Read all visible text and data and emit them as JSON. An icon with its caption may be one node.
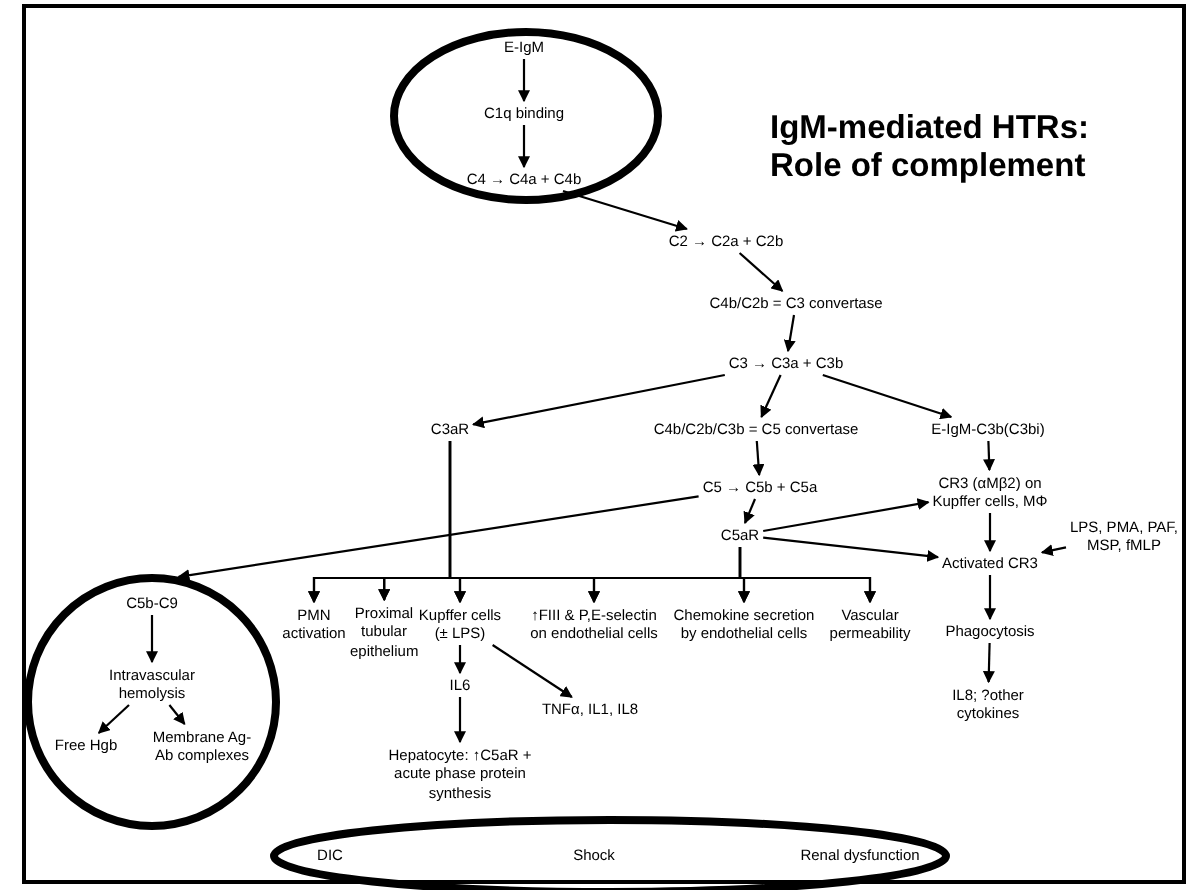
{
  "diagram": {
    "title": "IgM-mediated HTRs: Role of complement",
    "nodes": [
      {
        "text": [],
        "shape": "ellipse"
      },
      {
        "text": [
          "E-IgM"
        ],
        "in": 0
      },
      {
        "text": [
          "C1q binding"
        ],
        "in": 0
      },
      {
        "text": [
          "C4 → C4a + C4b"
        ],
        "in": 0
      },
      {
        "text": [
          "C2 → C2a + C2b"
        ]
      },
      {
        "text": [
          "C4b/C2b = C3 convertase"
        ]
      },
      {
        "text": [
          "C3 → C3a + C3b"
        ]
      },
      {
        "text": [
          "C3aR"
        ]
      },
      {
        "text": [
          "C4b/C2b/C3b = C5 convertase"
        ]
      },
      {
        "text": [
          "E-IgM-C3b(C3bi)"
        ]
      },
      {
        "text": [
          "C5 → C5b + C5a"
        ]
      },
      {
        "text": [
          "CR3 (αMβ2) on Kupffer cells, MΦ"
        ]
      },
      {
        "text": [
          "C5aR"
        ]
      },
      {
        "text": [
          "LPS, PMA, PAF, MSP, fMLP"
        ]
      },
      {
        "text": [
          "Activated CR3"
        ]
      },
      {
        "text": [],
        "shape": "circle"
      },
      {
        "text": [
          "C5b-C9"
        ],
        "in": 15
      },
      {
        "text": [
          "Intravascular hemolysis"
        ],
        "in": 15
      },
      {
        "text": [
          "Free Hgb"
        ],
        "in": 15
      },
      {
        "text": [
          "Membrane Ag-Ab complexes"
        ],
        "in": 15
      },
      {
        "text": [
          "PMN activation"
        ]
      },
      {
        "text": [
          "Proximal tubular epithelium"
        ]
      },
      {
        "text": [
          "Kupffer cells (± LPS)"
        ]
      },
      {
        "text": [
          "↑FIII & P,E-selectin on endothelial cells"
        ]
      },
      {
        "text": [
          "Chemokine secretion by endothelial cells"
        ]
      },
      {
        "text": [
          "Vascular permeability"
        ]
      },
      {
        "text": [
          "IL6"
        ]
      },
      {
        "text": [
          "TNFα, IL1, IL8"
        ]
      },
      {
        "text": [
          "Hepatocyte: ↑C5aR + acute phase protein synthesis"
        ]
      },
      {
        "text": [
          "Phagocytosis"
        ]
      },
      {
        "text": [
          "IL8; ?other cytokines"
        ]
      },
      {
        "text": [],
        "shape": "ellipse"
      },
      {
        "text": [
          "DIC"
        ],
        "in": 31
      },
      {
        "text": [
          "Shock"
        ],
        "in": 31
      },
      {
        "text": [
          "Renal dysfunction"
        ],
        "in": 31
      }
    ],
    "edges": [
      {
        "from": 1,
        "to": 2,
        "arrow": "to"
      },
      {
        "from": 2,
        "to": 3,
        "arrow": "to"
      },
      {
        "from": 3,
        "to": 4,
        "arrow": "to"
      },
      {
        "from": 4,
        "to": 5,
        "arrow": "to"
      },
      {
        "from": 5,
        "to": 6,
        "arrow": "to"
      },
      {
        "from": 6,
        "to": 7,
        "arrow": "to"
      },
      {
        "from": 6,
        "to": 8,
        "arrow": "to"
      },
      {
        "from": 6,
        "to": 9,
        "arrow": "to"
      },
      {
        "from": 8,
        "to": 10,
        "arrow": "to"
      },
      {
        "from": 9,
        "to": 11,
        "arrow": "to"
      },
      {
        "from": 10,
        "to": 12,
        "arrow": "to"
      },
      {
        "from": 10,
        "to": 15,
        "arrow": "to"
      },
      {
        "from": 12,
        "to": 11,
        "arrow": "to"
      },
      {
        "from": 12,
        "to": 14,
        "arrow": "to"
      },
      {
        "from": 11,
        "to": 14,
        "arrow": "to"
      },
      {
        "from": 13,
        "to": 14,
        "arrow": "to"
      },
      {
        "from": 14,
        "to": 29,
        "arrow": "to"
      },
      {
        "from": 29,
        "to": 30,
        "arrow": "to"
      },
      {
        "from": 16,
        "to": 17,
        "arrow": "to"
      },
      {
        "from": 17,
        "to": 18,
        "arrow": "to"
      },
      {
        "from": 17,
        "to": 19,
        "arrow": "to"
      },
      {
        "from": 7,
        "to": 20,
        "arrow": "to"
      },
      {
        "from": 7,
        "to": 21,
        "arrow": "to"
      },
      {
        "from": 7,
        "to": 22,
        "arrow": "to"
      },
      {
        "from": 7,
        "to": 23,
        "arrow": "to"
      },
      {
        "from": 7,
        "to": 24,
        "arrow": "to"
      },
      {
        "from": 7,
        "to": 25,
        "arrow": "to"
      },
      {
        "from": 12,
        "to": 20,
        "arrow": "to"
      },
      {
        "from": 12,
        "to": 21,
        "arrow": "to"
      },
      {
        "from": 12,
        "to": 22,
        "arrow": "to"
      },
      {
        "from": 12,
        "to": 23,
        "arrow": "to"
      },
      {
        "from": 12,
        "to": 24,
        "arrow": "to"
      },
      {
        "from": 12,
        "to": 25,
        "arrow": "to"
      },
      {
        "from": 22,
        "to": 26,
        "arrow": "to"
      },
      {
        "from": 22,
        "to": 27,
        "arrow": "to"
      },
      {
        "from": 26,
        "to": 28,
        "arrow": "to"
      }
    ]
  }
}
